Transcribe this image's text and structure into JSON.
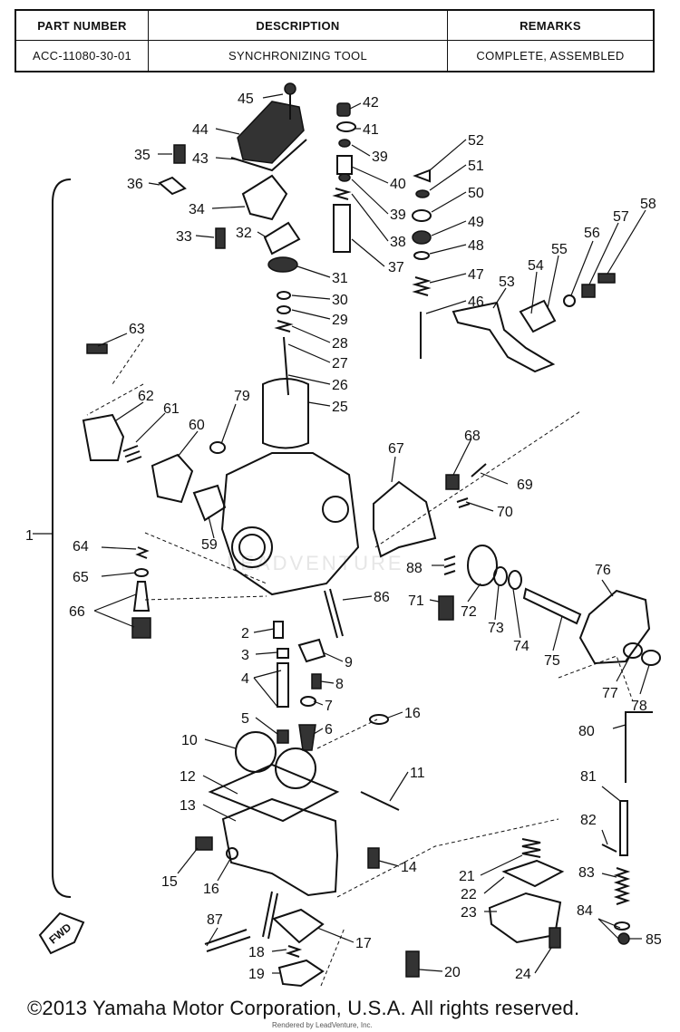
{
  "table": {
    "headers": [
      "PART NUMBER",
      "DESCRIPTION",
      "REMARKS"
    ],
    "row": {
      "part_number": "ACC-11080-30-01",
      "description": "SYNCHRONIZING TOOL",
      "remarks": "COMPLETE, ASSEMBLED"
    }
  },
  "diagram": {
    "callouts": [
      "1",
      "2",
      "3",
      "4",
      "5",
      "6",
      "7",
      "8",
      "9",
      "10",
      "11",
      "12",
      "13",
      "14",
      "15",
      "16",
      "17",
      "18",
      "19",
      "20",
      "21",
      "22",
      "23",
      "24",
      "25",
      "26",
      "27",
      "28",
      "29",
      "30",
      "31",
      "32",
      "33",
      "34",
      "35",
      "36",
      "37",
      "38",
      "39",
      "40",
      "41",
      "42",
      "43",
      "44",
      "45",
      "46",
      "47",
      "48",
      "49",
      "50",
      "51",
      "52",
      "53",
      "54",
      "55",
      "56",
      "57",
      "58",
      "59",
      "60",
      "61",
      "62",
      "63",
      "64",
      "65",
      "66",
      "67",
      "68",
      "69",
      "70",
      "71",
      "72",
      "73",
      "74",
      "75",
      "76",
      "77",
      "78",
      "79",
      "80",
      "81",
      "82",
      "83",
      "84",
      "85",
      "86",
      "87",
      "88"
    ],
    "fwd_label": "FWD",
    "watermark": "LEADVENTURE"
  },
  "footer": {
    "copyright": "©2013 Yamaha Motor Corporation, U.S.A. All rights reserved.",
    "rendered_by": "Rendered by LeadVenture, Inc."
  }
}
